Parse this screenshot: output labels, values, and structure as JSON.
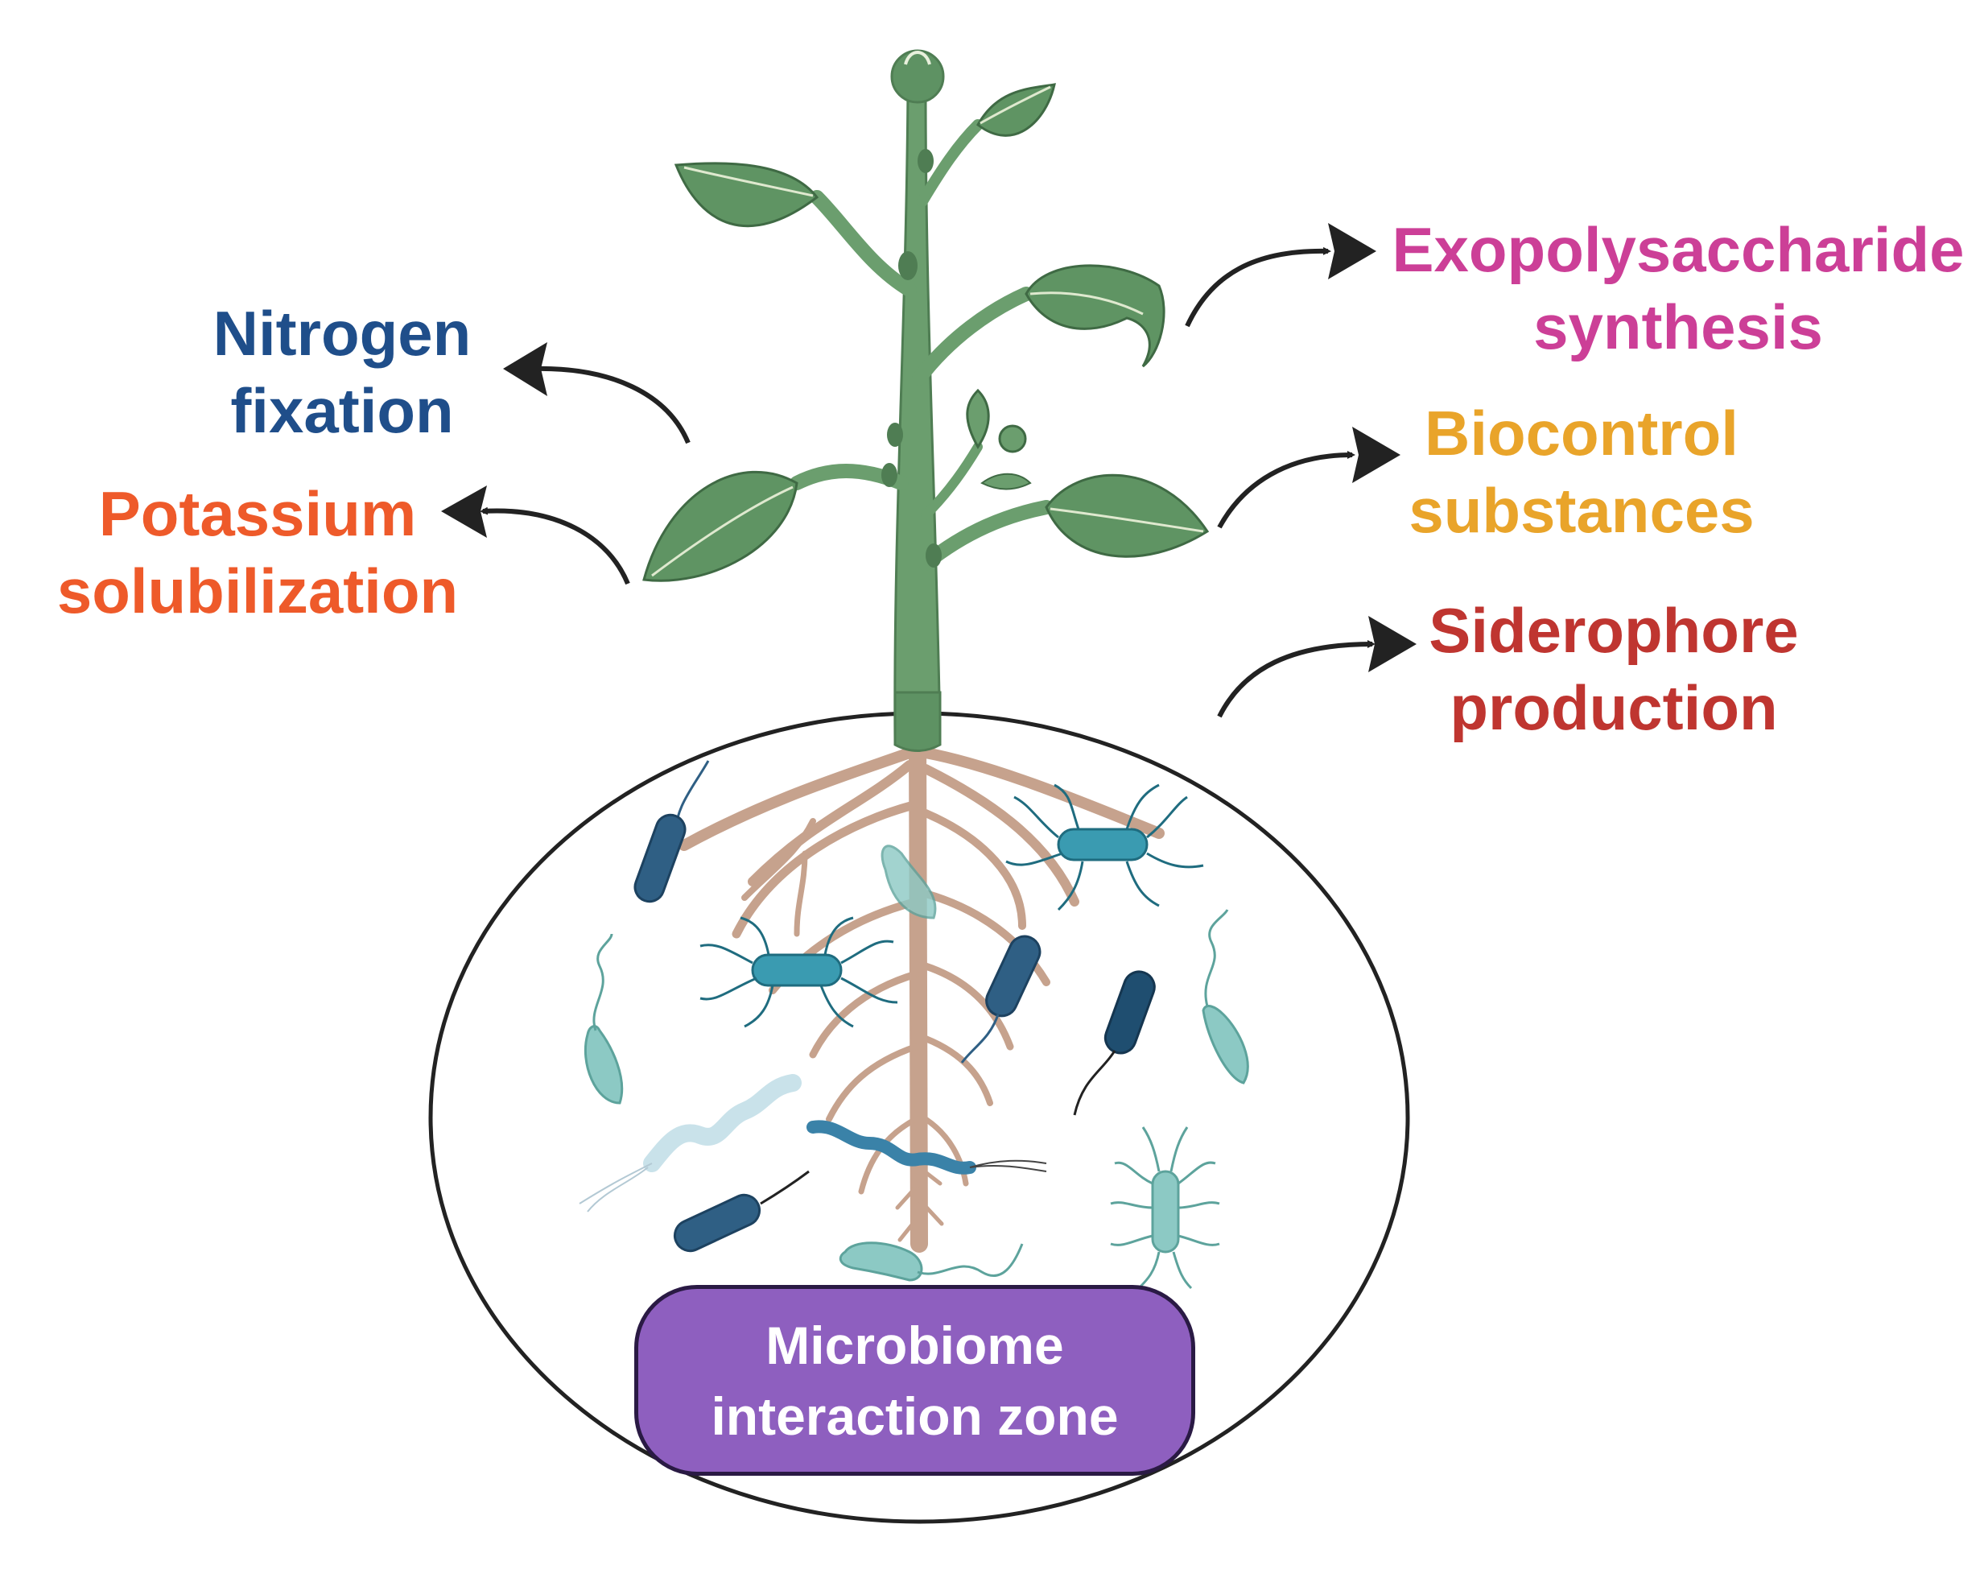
{
  "colors": {
    "background": "#ffffff",
    "stem": "#6b9e6e",
    "leaf": "#5f9463",
    "leaf_vein": "#dfe9cf",
    "root": "#c6a28d",
    "outline": "#222222",
    "arrow": "#222222",
    "zone_fill": "#8e5fbf",
    "bacteria_dark": "#2f5f84",
    "bacteria_teal": "#3a9bb1",
    "bacteria_light": "#8cc9c4",
    "bacteria_pale": "#c9e2ea"
  },
  "labels": {
    "nitrogen": {
      "line1": "Nitrogen",
      "line2": "fixation",
      "color": "#1f4e8a"
    },
    "potassium": {
      "line1": "Potassium",
      "line2": "solubilization",
      "color": "#ee5a2a"
    },
    "exopolysaccharide": {
      "line1": "Exopolysaccharide",
      "line2": "synthesis",
      "color": "#cc3f97"
    },
    "biocontrol": {
      "line1": "Biocontrol",
      "line2": "substances",
      "color": "#e9a42a"
    },
    "siderophore": {
      "line1": "Siderophore",
      "line2": "production",
      "color": "#bf3530"
    }
  },
  "zone": {
    "line1": "Microbiome",
    "line2": "interaction zone"
  },
  "icons": [
    "plant-icon",
    "root-system-icon",
    "bacteria-icon",
    "arrow-icon"
  ]
}
